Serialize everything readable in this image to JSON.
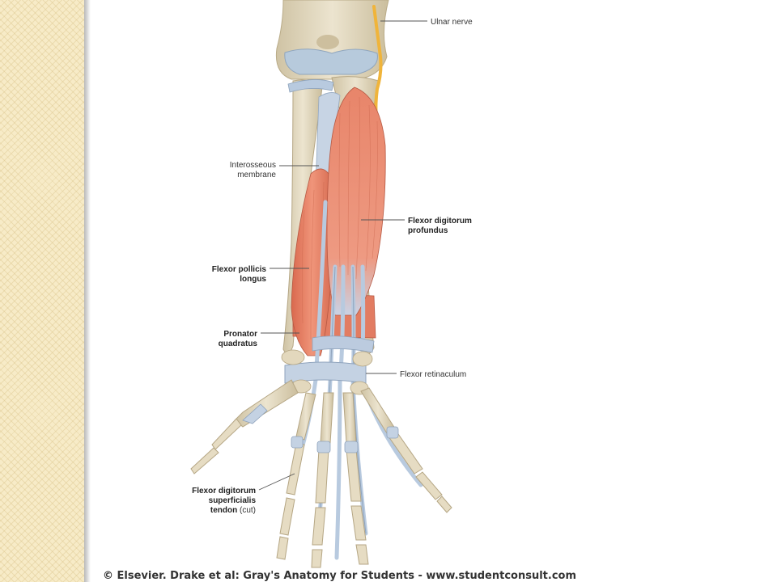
{
  "labels": {
    "ulnar_nerve": "Ulnar nerve",
    "interosseous_1": "Interosseous",
    "interosseous_2": "membrane",
    "fdp_1": "Flexor digitorum",
    "fdp_2": "profundus",
    "fpl_1": "Flexor pollicis",
    "fpl_2": "longus",
    "pq_1": "Pronator",
    "pq_2": "quadratus",
    "flexor_retinaculum": "Flexor retinaculum",
    "fds_1": "Flexor digitorum",
    "fds_2": "superficialis",
    "fds_3a": "tendon",
    "fds_3b": " (cut)"
  },
  "credit": "© Elsevier. Drake et al: Gray's Anatomy for Students - www.studentconsult.com",
  "colors": {
    "sidebar": "#f7ebc7",
    "bone": "#e6dcc3",
    "muscle": "#e8856a",
    "tendon": "#b8cadf",
    "nerve": "#f0b43a"
  }
}
